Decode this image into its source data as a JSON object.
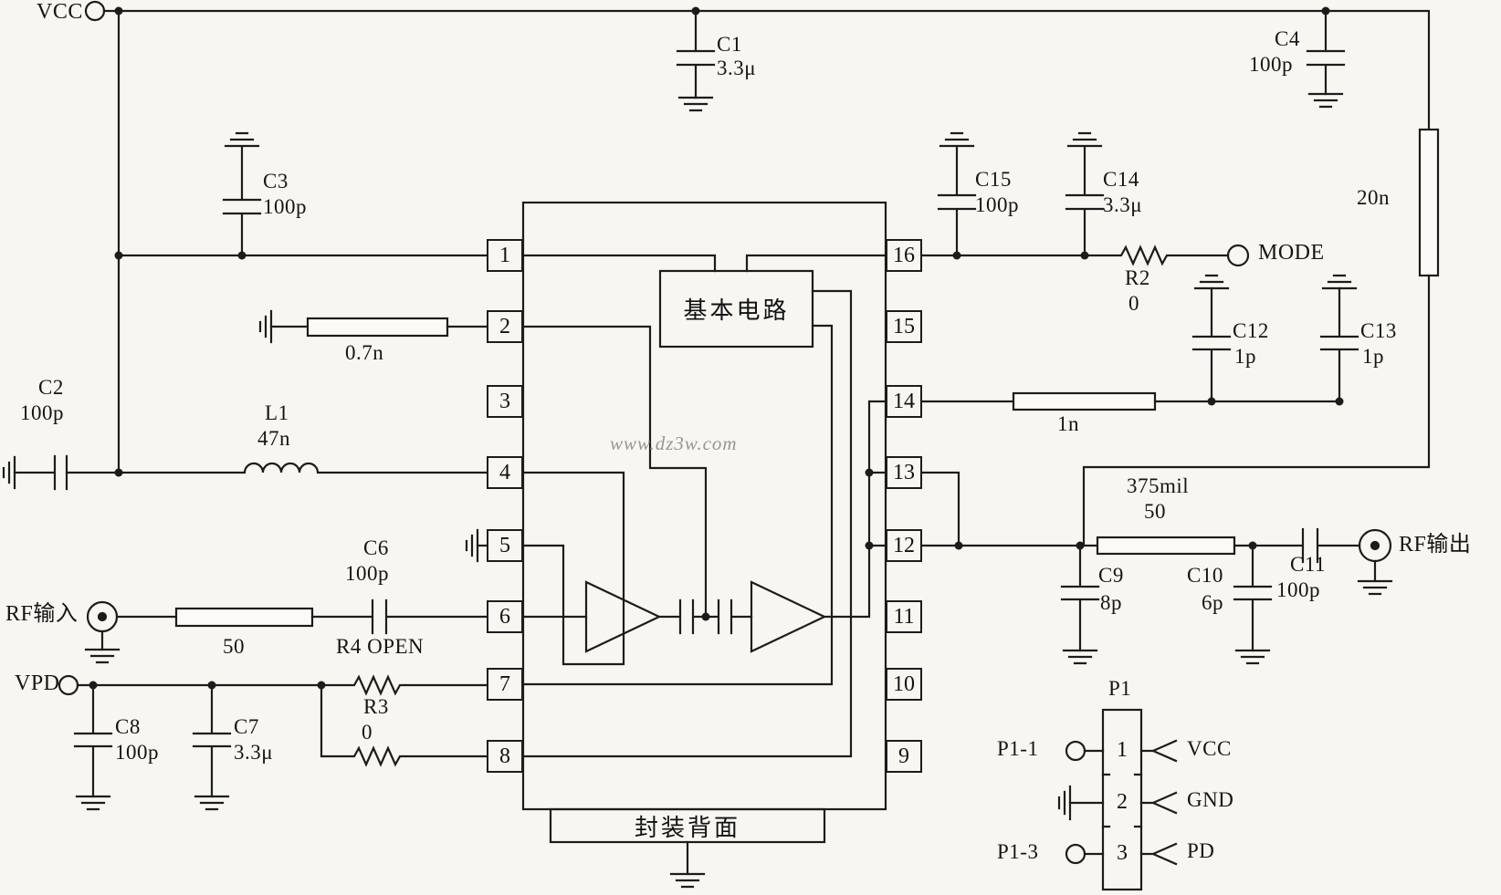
{
  "colors": {
    "line": "#1c1c1c",
    "bg": "#f8f6f1",
    "watermark": "#969696"
  },
  "watermark": "www.dz3w.com",
  "terminals": {
    "vcc": "VCC",
    "vpd": "VPD",
    "mode": "MODE",
    "rf_in": "RF输入",
    "rf_out": "RF输出"
  },
  "ic": {
    "core_label": "基本电路",
    "backside_label": "封装背面",
    "pins_left": [
      "1",
      "2",
      "3",
      "4",
      "5",
      "6",
      "7",
      "8"
    ],
    "pins_right": [
      "16",
      "15",
      "14",
      "13",
      "12",
      "11",
      "10",
      "9"
    ]
  },
  "components": {
    "c1": {
      "ref": "C1",
      "value": "3.3μ"
    },
    "c2": {
      "ref": "C2",
      "value": "100p"
    },
    "c3": {
      "ref": "C3",
      "value": "100p"
    },
    "c4": {
      "ref": "C4",
      "value": "100p"
    },
    "c6": {
      "ref": "C6",
      "value": "100p"
    },
    "c7": {
      "ref": "C7",
      "value": "3.3μ"
    },
    "c8": {
      "ref": "C8",
      "value": "100p"
    },
    "c9": {
      "ref": "C9",
      "value": "8p"
    },
    "c10": {
      "ref": "C10",
      "value": "6p"
    },
    "c11": {
      "ref": "C11",
      "value": "100p"
    },
    "c12": {
      "ref": "C12",
      "value": "1p"
    },
    "c13": {
      "ref": "C13",
      "value": "1p"
    },
    "c14": {
      "ref": "C14",
      "value": "3.3μ"
    },
    "c15": {
      "ref": "C15",
      "value": "100p"
    },
    "l1": {
      "ref": "L1",
      "value": "47n"
    },
    "r2": {
      "ref": "R2",
      "value": "0"
    },
    "r3": {
      "ref": "R3",
      "value": "0"
    },
    "r4": {
      "ref": "R4 OPEN"
    },
    "ms_07n": {
      "value": "0.7n"
    },
    "ms_50_in": {
      "value": "50"
    },
    "ms_1n": {
      "value": "1n"
    },
    "ms_375": {
      "ref": "375mil",
      "value": "50"
    },
    "ms_20n": {
      "value": "20n"
    }
  },
  "p1": {
    "title": "P1",
    "pins": [
      "1",
      "2",
      "3"
    ],
    "left_labels": {
      "p1_1": "P1-1",
      "p1_3": "P1-3"
    },
    "right_labels": {
      "vcc": "VCC",
      "gnd": "GND",
      "pd": "PD"
    }
  }
}
